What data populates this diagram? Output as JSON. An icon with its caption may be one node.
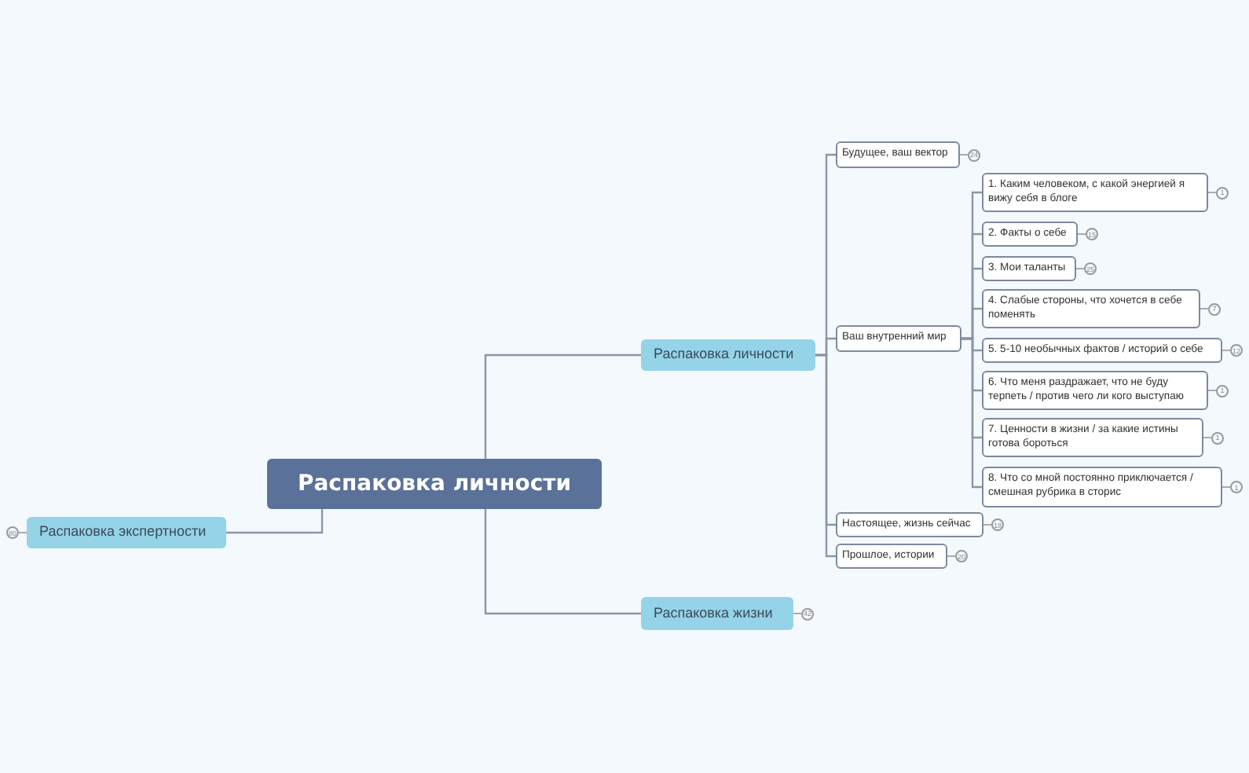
{
  "diagram": {
    "nodes": [
      {
        "text": [
          "Распаковка личности"
        ]
      },
      {
        "text": [
          "Распаковка экспертности"
        ],
        "beside": [
          "80"
        ]
      },
      {
        "text": [
          "Распаковка личности"
        ]
      },
      {
        "text": [
          "Распаковка жизни"
        ],
        "beside": [
          "42"
        ]
      },
      {
        "text": [
          "Будущее, ваш вектор"
        ],
        "beside": [
          "24"
        ]
      },
      {
        "text": [
          "Ваш внутренний мир"
        ]
      },
      {
        "text": [
          "1. Каким человеком, с какой энергией я вижу себя в блоге"
        ],
        "beside": [
          "1"
        ]
      },
      {
        "text": [
          "2. Факты о себе"
        ],
        "beside": [
          "15"
        ]
      },
      {
        "text": [
          "3. Мои таланты"
        ],
        "beside": [
          "25"
        ]
      },
      {
        "text": [
          "4. Слабые стороны, что хочется в себе поменять"
        ],
        "beside": [
          "7"
        ]
      },
      {
        "text": [
          "5. 5-10 необычных фактов / историй о себе"
        ],
        "beside": [
          "12"
        ]
      },
      {
        "text": [
          "6. Что меня раздражает, что не буду терпеть / против чего ли кого выступаю"
        ],
        "beside": [
          "1"
        ]
      },
      {
        "text": [
          "7. Ценности в жизни / за какие истины готова бороться"
        ],
        "beside": [
          "1"
        ]
      },
      {
        "text": [
          "8. Что со мной постоянно приключается / смешная рубрика в сторис"
        ],
        "beside": [
          "1"
        ]
      },
      {
        "text": [
          "Настоящее, жизнь сейчас"
        ],
        "beside": [
          "18"
        ]
      },
      {
        "text": [
          "Прошлое, истории"
        ],
        "beside": [
          "20"
        ]
      }
    ],
    "edges": [
      {
        "from": 0,
        "to": 1,
        "arrow": "none"
      },
      {
        "from": 0,
        "to": 2,
        "arrow": "none"
      },
      {
        "from": 0,
        "to": 3,
        "arrow": "none"
      },
      {
        "from": 2,
        "to": 4,
        "arrow": "none"
      },
      {
        "from": 2,
        "to": 5,
        "arrow": "none"
      },
      {
        "from": 2,
        "to": 14,
        "arrow": "none"
      },
      {
        "from": 2,
        "to": 15,
        "arrow": "none"
      },
      {
        "from": 5,
        "to": 6,
        "arrow": "none"
      },
      {
        "from": 5,
        "to": 7,
        "arrow": "none"
      },
      {
        "from": 5,
        "to": 8,
        "arrow": "none"
      },
      {
        "from": 5,
        "to": 9,
        "arrow": "none"
      },
      {
        "from": 5,
        "to": 10,
        "arrow": "none"
      },
      {
        "from": 5,
        "to": 11,
        "arrow": "none"
      },
      {
        "from": 5,
        "to": 12,
        "arrow": "none"
      },
      {
        "from": 5,
        "to": 13,
        "arrow": "none"
      }
    ]
  }
}
